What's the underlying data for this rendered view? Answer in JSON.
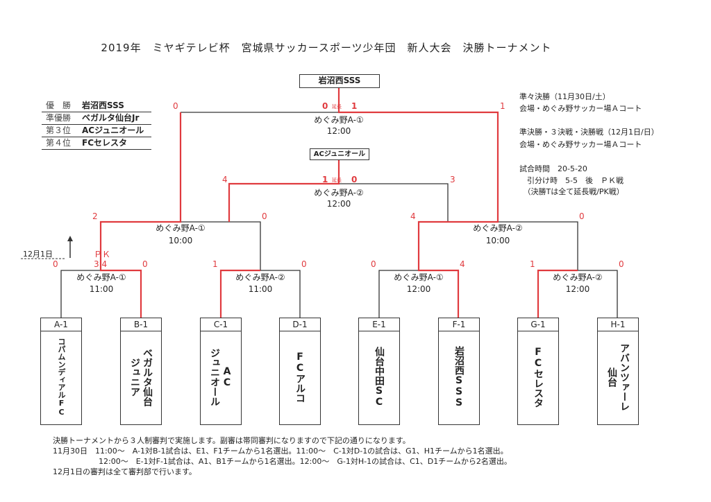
{
  "title": "2019年　ミヤギテレビ杯　宮城県サッカースポーツ少年団　新人大会　決勝トーナメント",
  "results": [
    {
      "rank": "優　勝",
      "team": "岩沼西SSS"
    },
    {
      "rank": "準優勝",
      "team": "ベガルタ仙台Jr"
    },
    {
      "rank": "第３位",
      "team": "ACジュニオール"
    },
    {
      "rank": "第４位",
      "team": "FCセレスタ"
    }
  ],
  "final": {
    "winner": "岩沼西SSS",
    "venue": "めぐみ野A-①",
    "time": "12:00",
    "score_left": "0",
    "score_right": "1",
    "outer_left": "0",
    "outer_right": "1",
    "extra": "延長"
  },
  "third": {
    "winner": "ACジュニオール",
    "venue": "めぐみ野A-②",
    "time": "12:00",
    "score_left": "1",
    "score_right": "0",
    "outer_left": "4",
    "outer_right": "3",
    "extra": "延長"
  },
  "semis": [
    {
      "venue": "めぐみ野A-①",
      "time": "10:00",
      "score_left": "2",
      "score_right": "0"
    },
    {
      "venue": "めぐみ野A-②",
      "time": "10:00",
      "score_left": "4",
      "score_right": "0"
    }
  ],
  "quarters": [
    {
      "venue": "めぐみ野A-①",
      "time": "11:00",
      "score_left": "0",
      "score_right": "0",
      "pk": "3 4",
      "pk_label": "ＰＫ"
    },
    {
      "venue": "めぐみ野A-②",
      "time": "11:00",
      "score_left": "1",
      "score_right": "0"
    },
    {
      "venue": "めぐみ野A-①",
      "time": "12:00",
      "score_left": "0",
      "score_right": "4"
    },
    {
      "venue": "めぐみ野A-②",
      "time": "12:00",
      "score_left": "1",
      "score_right": "0"
    }
  ],
  "day_marker": "12月1日",
  "teams": [
    {
      "code": "A-1",
      "lines": [
        "コパムンディアルFC"
      ]
    },
    {
      "code": "B-1",
      "lines": [
        "ベガルタ仙台",
        "ジュニア"
      ]
    },
    {
      "code": "C-1",
      "lines": [
        "AC",
        "ジュニオール"
      ]
    },
    {
      "code": "D-1",
      "lines": [
        "FCアルコ"
      ]
    },
    {
      "code": "E-1",
      "lines": [
        "仙台中田SC"
      ]
    },
    {
      "code": "F-1",
      "lines": [
        "岩沼西SSS"
      ]
    },
    {
      "code": "G-1",
      "lines": [
        "FCセレスタ"
      ]
    },
    {
      "code": "H-1",
      "lines": [
        "アバンツァーレ",
        "仙台"
      ]
    }
  ],
  "info": [
    "準々決勝（11月30日/土）",
    "会場・めぐみ野サッカー場Ａコート",
    "準決勝・３決戦・決勝戦（12月1日/日）",
    "会場・めぐみ野サッカー場Ａコート",
    "試合時間　20-5-20",
    "　引分け時　5-5　後　ＰＫ戦",
    "　（決勝Tは全て延長戦/PK戦）"
  ],
  "notes": [
    "決勝トーナメントから３人制審判で実施します。副審は帯同審判になりますので下記の通りになります。",
    "11月30日　11:00～　A-1対B-1試合は、E1、F1チームから1名選出。11:00～　C-1対D-1の試合は、G1、H1チームから1名選出。",
    "　　　　　　12:00～　E-1対F-1試合は、A1、B1チームから1名選出。12:00～　G-1対H-1の試合は、C1、D1チームから2名選出。",
    "12月1日の審判は全て審判部で行います。"
  ],
  "colors": {
    "winner_line": "#e03a3e",
    "line": "#333333"
  }
}
